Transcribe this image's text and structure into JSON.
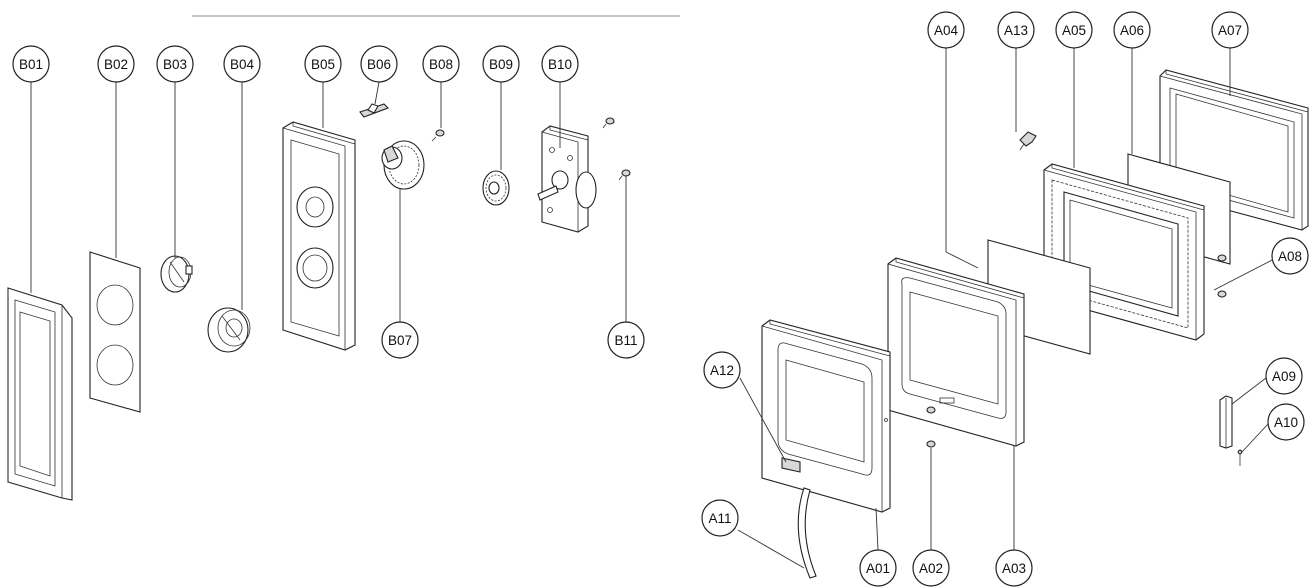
{
  "diagram": {
    "type": "exploded parts diagram",
    "callouts": {
      "B01": "B01",
      "B02": "B02",
      "B03": "B03",
      "B04": "B04",
      "B05": "B05",
      "B06": "B06",
      "B07": "B07",
      "B08": "B08",
      "B09": "B09",
      "B10": "B10",
      "B11": "B11",
      "A01": "A01",
      "A02": "A02",
      "A03": "A03",
      "A04": "A04",
      "A05": "A05",
      "A06": "A06",
      "A07": "A07",
      "A08": "A08",
      "A09": "A09",
      "A10": "A10",
      "A11": "A11",
      "A12": "A12",
      "A13": "A13"
    }
  }
}
